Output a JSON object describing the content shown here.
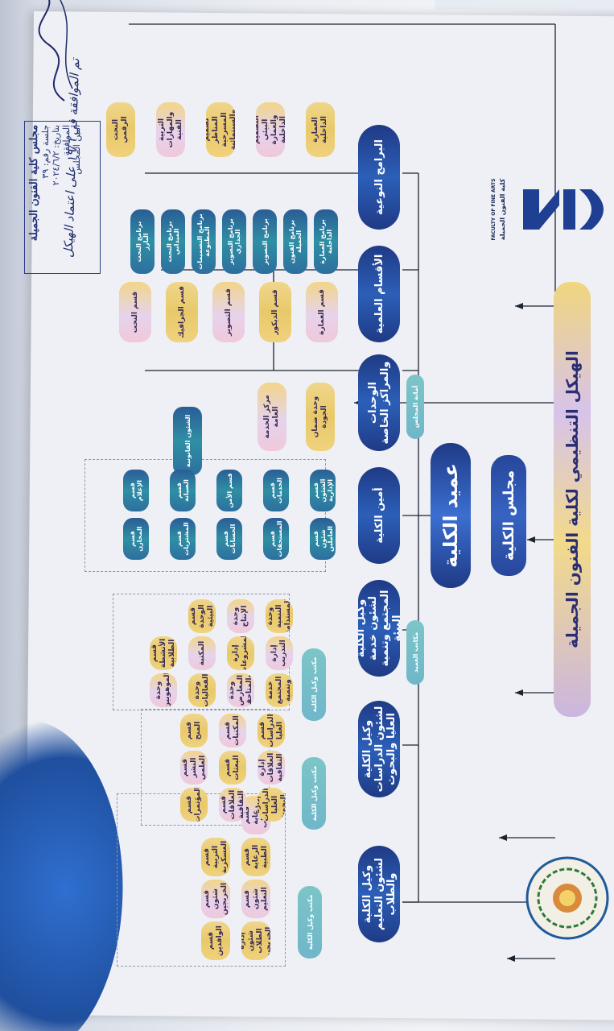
{
  "title": "الهيكل التنظيمي لكلية الفنون الجميلة",
  "council": "مجلس الكلية",
  "dean": "عميد الكلية",
  "college_name": "كلية الفنون الجميلة",
  "college_name_en": "FACULTY OF FINE ARTS",
  "notes": {
    "deans_office": "مكاتب العميد",
    "council_secretariat": "أمانة المجلس"
  },
  "sections": {
    "vice_students": "وكيل الكلية لشئون التعليم والطلاب",
    "vice_graduate": "وكيل الكلية لشئون الدراسات العليا والبحوث",
    "vice_community": "وكيل الكلية لشئون خدمة المجتمع وتنمية البيئة",
    "secretary": "أمين الكلية",
    "units": "الوحدات والمراكز الخاصة",
    "departments": "الأقسام العلمية",
    "programs": "البرامج النوعية"
  },
  "offices": {
    "students": "مكتب وكيل الكلية",
    "graduate": "مكتب وكيل الكلية",
    "community": "مكتب وكيل الكلية"
  },
  "units": [
    "وحدة ضمان الجودة",
    "مركز الخدمة العامة",
    "الشئون القانونية"
  ],
  "departments": [
    "قسم العمارة",
    "قسم الديكور",
    "قسم التصوير",
    "قسم الجرافيك",
    "قسم النحت"
  ],
  "programs_col1": [
    "العمارة الداخلية",
    "التصميم البيئي والعمارة الداخلية",
    "تصميم المناظر المسرحية والسينمائية",
    "التربية والمهارات الفنية",
    "النحت الرقمي"
  ],
  "programs_col2": [
    "برنامج العمارة الداخلية",
    "برنامج الفنون الجميلة",
    "برنامج التصوير",
    "برنامج التصوير الجداري",
    "برنامج التصميمات المطبوعة",
    "برنامج النحت الميداني",
    "برنامج النحت البارز"
  ],
  "secretary_items": [
    "قسم شئون العاملين",
    "قسم المستحقات",
    "قسم الحسابات",
    "قسم المشتريات",
    "قسم المخازن",
    "قسم الشئون الإدارية",
    "قسم الخدمات",
    "قسم الأمن",
    "قسم الصيانة",
    "قسم الإعلام"
  ],
  "students_items": [
    "إدارة شئون الطلاب والخريجين",
    "قسم شئون التعليم",
    "قسم الرعاية الطبية",
    "قسم رعاية الشباب",
    "قسم الوافدين",
    "قسم شئون الخريجين",
    "قسم التربية العسكرية"
  ],
  "graduate_items": [
    "إدارة الدراسات العليا والبحوث",
    "إدارة العلاقات الثقافية",
    "قسم الدراسات العليا",
    "قسم العلاقات الثقافية",
    "قسم البعثات",
    "قسم المكتبات",
    "قسم المؤتمرات",
    "قسم النشر العلمي",
    "قسم المنح"
  ],
  "community_items": [
    "إدارة خدمة المجتمع وتنمية البيئة",
    "إدارة التدريب",
    "وحدة التنمية المستدامة",
    "وحدة المعارض والمتاحف",
    "إدارة المشروعات",
    "وحدة الإنتاج",
    "وحدة الفعاليات",
    "المكتبة",
    "قسم الوحدة البيئية",
    "وحدة الموهوبين",
    "قسم الأنشطة الطلابية"
  ],
  "stamp": {
    "line1": "مجلس كلية الفنون الجميلة",
    "line2": "جلسة رقم: ٣٩",
    "line3": "بتاريخ: ٢٠٢٤/٦/٢",
    "line4": "الموافقة",
    "line5": "أمين المجلس"
  },
  "handwriting": "تم الموافقة في ١٩/٦ على اعتماد الهيكل"
}
